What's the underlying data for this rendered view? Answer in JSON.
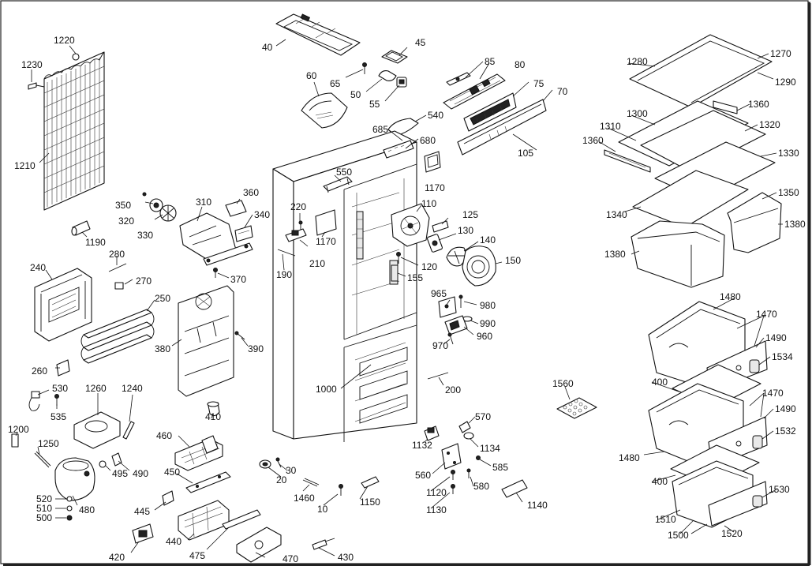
{
  "labels": [
    {
      "id": "40",
      "text": "40"
    },
    {
      "id": "45",
      "text": "45"
    },
    {
      "id": "65",
      "text": "65"
    },
    {
      "id": "60",
      "text": "60"
    },
    {
      "id": "50",
      "text": "50"
    },
    {
      "id": "55",
      "text": "55"
    },
    {
      "id": "85",
      "text": "85"
    },
    {
      "id": "80",
      "text": "80"
    },
    {
      "id": "75",
      "text": "75"
    },
    {
      "id": "70",
      "text": "70"
    },
    {
      "id": "540",
      "text": "540"
    },
    {
      "id": "685",
      "text": "685"
    },
    {
      "id": "680",
      "text": "680"
    },
    {
      "id": "105",
      "text": "105"
    },
    {
      "id": "1220",
      "text": "1220"
    },
    {
      "id": "1230",
      "text": "1230"
    },
    {
      "id": "1210",
      "text": "1210"
    },
    {
      "id": "350",
      "text": "350"
    },
    {
      "id": "320",
      "text": "320"
    },
    {
      "id": "330",
      "text": "330"
    },
    {
      "id": "310",
      "text": "310"
    },
    {
      "id": "360",
      "text": "360"
    },
    {
      "id": "340",
      "text": "340"
    },
    {
      "id": "1190",
      "text": "1190"
    },
    {
      "id": "280",
      "text": "280"
    },
    {
      "id": "270",
      "text": "270"
    },
    {
      "id": "240",
      "text": "240"
    },
    {
      "id": "370",
      "text": "370"
    },
    {
      "id": "250",
      "text": "250"
    },
    {
      "id": "380",
      "text": "380"
    },
    {
      "id": "390",
      "text": "390"
    },
    {
      "id": "260",
      "text": "260"
    },
    {
      "id": "550",
      "text": "550"
    },
    {
      "id": "220",
      "text": "220"
    },
    {
      "id": "1170a",
      "text": "1170"
    },
    {
      "id": "210",
      "text": "210"
    },
    {
      "id": "190",
      "text": "190"
    },
    {
      "id": "1170b",
      "text": "1170"
    },
    {
      "id": "110",
      "text": "110"
    },
    {
      "id": "125",
      "text": "125"
    },
    {
      "id": "130",
      "text": "130"
    },
    {
      "id": "140",
      "text": "140"
    },
    {
      "id": "150",
      "text": "150"
    },
    {
      "id": "120",
      "text": "120"
    },
    {
      "id": "155",
      "text": "155"
    },
    {
      "id": "965",
      "text": "965"
    },
    {
      "id": "980",
      "text": "980"
    },
    {
      "id": "990",
      "text": "990"
    },
    {
      "id": "960",
      "text": "960"
    },
    {
      "id": "970",
      "text": "970"
    },
    {
      "id": "200",
      "text": "200"
    },
    {
      "id": "1000",
      "text": "1000"
    },
    {
      "id": "530",
      "text": "530"
    },
    {
      "id": "535",
      "text": "535"
    },
    {
      "id": "1260",
      "text": "1260"
    },
    {
      "id": "1240",
      "text": "1240"
    },
    {
      "id": "1200",
      "text": "1200"
    },
    {
      "id": "1250",
      "text": "1250"
    },
    {
      "id": "410",
      "text": "410"
    },
    {
      "id": "460",
      "text": "460"
    },
    {
      "id": "495",
      "text": "495"
    },
    {
      "id": "490",
      "text": "490"
    },
    {
      "id": "450",
      "text": "450"
    },
    {
      "id": "520",
      "text": "520"
    },
    {
      "id": "510",
      "text": "510"
    },
    {
      "id": "500",
      "text": "500"
    },
    {
      "id": "480",
      "text": "480"
    },
    {
      "id": "445",
      "text": "445"
    },
    {
      "id": "420",
      "text": "420"
    },
    {
      "id": "440",
      "text": "440"
    },
    {
      "id": "475",
      "text": "475"
    },
    {
      "id": "470",
      "text": "470"
    },
    {
      "id": "430",
      "text": "430"
    },
    {
      "id": "30",
      "text": "30"
    },
    {
      "id": "20",
      "text": "20"
    },
    {
      "id": "1460",
      "text": "1460"
    },
    {
      "id": "10",
      "text": "10"
    },
    {
      "id": "1150",
      "text": "1150"
    },
    {
      "id": "570",
      "text": "570"
    },
    {
      "id": "1132",
      "text": "1132"
    },
    {
      "id": "1134",
      "text": "1134"
    },
    {
      "id": "560",
      "text": "560"
    },
    {
      "id": "585",
      "text": "585"
    },
    {
      "id": "1120",
      "text": "1120"
    },
    {
      "id": "580",
      "text": "580"
    },
    {
      "id": "1130",
      "text": "1130"
    },
    {
      "id": "1140",
      "text": "1140"
    },
    {
      "id": "1560",
      "text": "1560"
    },
    {
      "id": "1280",
      "text": "1280"
    },
    {
      "id": "1270",
      "text": "1270"
    },
    {
      "id": "1290",
      "text": "1290"
    },
    {
      "id": "1360a",
      "text": "1360"
    },
    {
      "id": "1300",
      "text": "1300"
    },
    {
      "id": "1310",
      "text": "1310"
    },
    {
      "id": "1320",
      "text": "1320"
    },
    {
      "id": "1360b",
      "text": "1360"
    },
    {
      "id": "1330",
      "text": "1330"
    },
    {
      "id": "1350",
      "text": "1350"
    },
    {
      "id": "1340",
      "text": "1340"
    },
    {
      "id": "1380a",
      "text": "1380"
    },
    {
      "id": "1380b",
      "text": "1380"
    },
    {
      "id": "1480a",
      "text": "1480"
    },
    {
      "id": "1470a",
      "text": "1470"
    },
    {
      "id": "1490a",
      "text": "1490"
    },
    {
      "id": "1534",
      "text": "1534"
    },
    {
      "id": "400a",
      "text": "400"
    },
    {
      "id": "1470b",
      "text": "1470"
    },
    {
      "id": "1490b",
      "text": "1490"
    },
    {
      "id": "1532",
      "text": "1532"
    },
    {
      "id": "1480b",
      "text": "1480"
    },
    {
      "id": "400b",
      "text": "400"
    },
    {
      "id": "1530",
      "text": "1530"
    },
    {
      "id": "1510",
      "text": "1510"
    },
    {
      "id": "1500",
      "text": "1500"
    },
    {
      "id": "1520",
      "text": "1520"
    }
  ]
}
